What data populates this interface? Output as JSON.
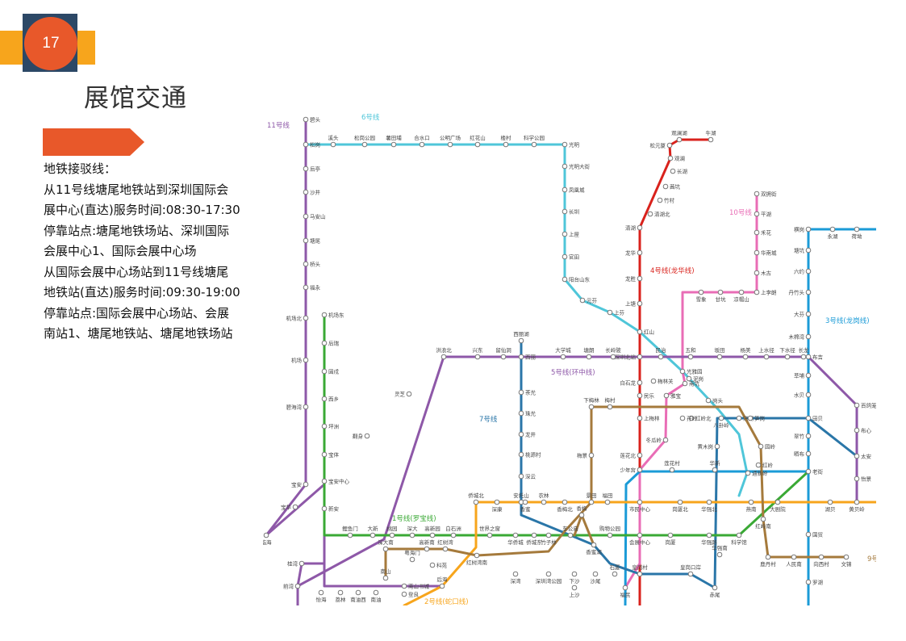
{
  "page_number": "17",
  "title": "展馆交通",
  "colors": {
    "accent_orange": "#e8582a",
    "accent_yellow": "#f7a51c",
    "accent_navy": "#2c4866"
  },
  "intro_lines": [
    "地铁接驳线：",
    "从11号线塘尾地铁站到深圳国际会",
    "展中心(直达)服务时间:08:30-17:30",
    "停靠站点:塘尾地铁场站、深圳国际",
    "会展中心1、国际会展中心场",
    "从国际会展中心场站到11号线塘尾",
    "地铁站(直达)服务时间:09:30-19:00",
    "停靠站点:国际会展中心场站、会展",
    "南站1、塘尾地铁站、塘尾地铁场站"
  ],
  "metro_map": {
    "line_labels": [
      {
        "text": "11号线",
        "color": "#8e58a8"
      },
      {
        "text": "6号线",
        "color": "#4fc6d9"
      },
      {
        "text": "10号线",
        "color": "#e96db6"
      },
      {
        "text": "4号线(龙华线)",
        "color": "#d9221c"
      },
      {
        "text": "3号线(龙岗线)",
        "color": "#1b9bd7"
      },
      {
        "text": "5号线(环中线)",
        "color": "#8e58a8"
      },
      {
        "text": "7号线",
        "color": "#2a76a8"
      },
      {
        "text": "1号线(罗宝线)",
        "color": "#3aa935"
      },
      {
        "text": "2号线(蛇口线)",
        "color": "#f7a51c"
      },
      {
        "text": "9号",
        "color": "#a57a3c"
      }
    ],
    "stations": [
      "碧头",
      "松岗",
      "后亭",
      "沙井",
      "马安山",
      "塘尾",
      "桥头",
      "福永",
      "机场北",
      "机场",
      "碧海湾",
      "宝安",
      "宝华",
      "临海",
      "桂湾",
      "前湾",
      "溪头",
      "松岗公园",
      "薯田埔",
      "合水口",
      "公明广场",
      "红花山",
      "楼村",
      "科学公园",
      "光明",
      "光明大街",
      "凤凰城",
      "长圳",
      "上屋",
      "官田",
      "阳台山东",
      "元芬",
      "上芬",
      "观澜湖",
      "牛湖",
      "松元厦",
      "观澜",
      "长湖",
      "茜坑",
      "竹村",
      "清湖北",
      "清湖",
      "龙华",
      "龙胜",
      "上塘",
      "红山",
      "双拥街",
      "平湖",
      "禾花",
      "华南城",
      "木古",
      "上李朗",
      "丹竹头",
      "大芬",
      "布吉",
      "横岗",
      "永湖",
      "荷坳",
      "塘坑",
      "六约",
      "木棉湾",
      "草埔",
      "水贝",
      "田贝",
      "翠竹",
      "晒布",
      "老街",
      "国贸",
      "罗湖",
      "洪浪北",
      "兴东",
      "留仙洞",
      "西丽湖",
      "西丽",
      "大学城",
      "塘朗",
      "长岭陂",
      "深圳北站",
      "民治",
      "五和",
      "坂田",
      "杨美",
      "上水径",
      "下水径",
      "长龙",
      "民乐",
      "白石龙",
      "梅林关",
      "雅宝",
      "南坑",
      "光雅园",
      "岗头",
      "雪象",
      "甘坑",
      "凉帽山",
      "机场东",
      "后瑞",
      "固戍",
      "西乡",
      "坪洲",
      "宝体",
      "宝安中心",
      "新安",
      "翻身",
      "灵芝",
      "茶光",
      "珠光",
      "龙井",
      "桃源村",
      "深云",
      "安托山",
      "侨城北",
      "深康",
      "泥岗",
      "洪湖",
      "红岭北",
      "笋岗",
      "园岭",
      "红岭",
      "通新岭",
      "八卦岭",
      "黄木岗",
      "华新",
      "下梅林",
      "梅村",
      "上梅林",
      "冬瓜岭",
      "莲花村",
      "孖岭",
      "梅景",
      "少年宫",
      "莲花北",
      "景田",
      "福田",
      "市民中心",
      "岗厦北",
      "华强北",
      "燕南",
      "大剧院",
      "湖贝",
      "黄贝岭",
      "百鸽笼",
      "布心",
      "太安",
      "怡景",
      "鲤鱼门",
      "大新",
      "桃园",
      "深大",
      "高新园",
      "白石洲",
      "世界之窗",
      "香蜜",
      "香梅北",
      "车公庙",
      "竹子林",
      "华侨城",
      "侨城东",
      "农林",
      "购物公园",
      "会展中心",
      "岗厦",
      "华强路",
      "科学馆",
      "红岭南",
      "深大南",
      "粤海门",
      "高新南",
      "红树湾",
      "科苑",
      "红树湾南",
      "深湾",
      "深圳湾公园",
      "下沙",
      "香蜜湖",
      "香梅",
      "沙尾",
      "上沙",
      "石厦",
      "皇岗村",
      "福民",
      "皇岗口岸",
      "赤尾",
      "华强南",
      "鹿丹村",
      "人民南",
      "向西村",
      "文锦",
      "南山",
      "南山书城",
      "登良",
      "后海",
      "怡海",
      "荔林",
      "南油西",
      "南油"
    ]
  }
}
